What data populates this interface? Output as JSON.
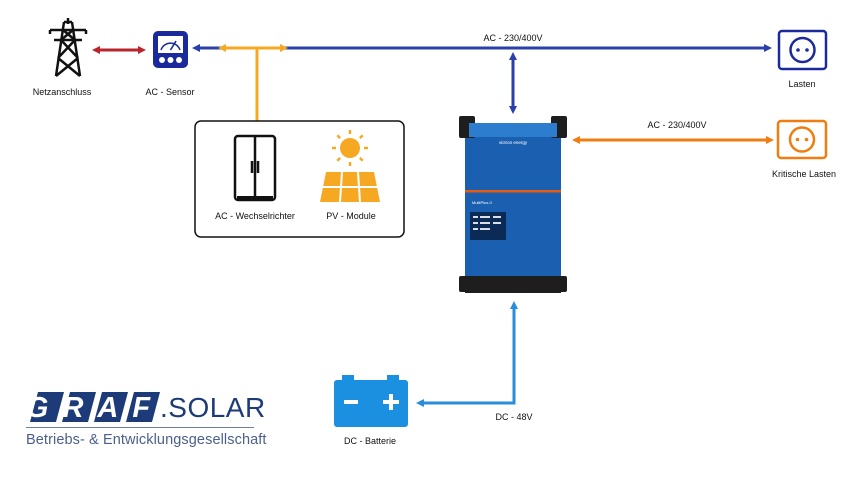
{
  "colors": {
    "ac_main": "#2a3faa",
    "ac_critical": "#f07d10",
    "pv": "#f7a823",
    "grid_link": "#b8252d",
    "dc": "#2a8ddc",
    "battery": "#1b8fe0",
    "logo_blue": "#1d3b78"
  },
  "labels": {
    "grid": "Netzanschluss",
    "sensor": "AC - Sensor",
    "ac_bus": "AC - 230/400V",
    "loads": "Lasten",
    "critical_bus": "AC - 230/400V",
    "critical_loads": "Kritische Lasten",
    "inverter": "AC - Wechselrichter",
    "pv": "PV - Module",
    "dc_bus": "DC - 48V",
    "battery": "DC - Batterie"
  },
  "inverter_panel": {
    "brand": "victron energy",
    "model": "MultiPlus-II"
  },
  "logo": {
    "mark": "GRAF",
    "suffix": ".SOLAR",
    "tagline": "Betriebs- & Entwicklungsgesellschaft"
  },
  "icons": {
    "grid": "power-pylon-icon",
    "sensor": "meter-icon",
    "loads": "socket-icon",
    "critical_loads": "socket-icon",
    "inverter": "cabinet-icon",
    "pv": "sun-panel-icon",
    "battery": "battery-icon"
  }
}
